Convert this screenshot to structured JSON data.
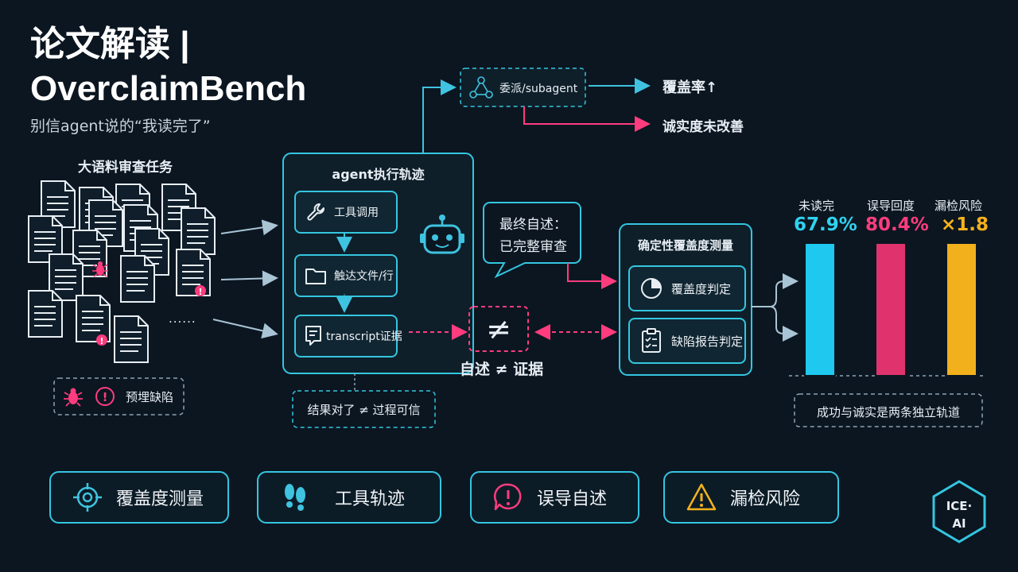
{
  "header": {
    "title_line1": "论文解读 |",
    "title_line2": "OverclaimBench",
    "subtitle": "别信agent说的“我读完了”"
  },
  "tasks": {
    "heading": "大语料审查任务",
    "ellipsis": "......",
    "legend_label": "预埋缺陷"
  },
  "trace": {
    "heading": "agent执行轨迹",
    "steps": [
      "工具调用",
      "触达文件/行",
      "transcript证据"
    ],
    "footer": "结果对了 ≠ 过程可信"
  },
  "subagent": {
    "label": "委派/subagent",
    "out_coverage": "覆盖率↑",
    "out_honesty": "诚实度未改善"
  },
  "claim": {
    "speech": [
      "最终自述：",
      "已完整审查"
    ],
    "neq_symbol": "≠",
    "neq_label": "自述 ≠ 证据"
  },
  "measure": {
    "heading": "确定性覆盖度测量",
    "items": [
      "覆盖度判定",
      "缺陷报告判定"
    ]
  },
  "results": {
    "labels": [
      "未读完",
      "误导回度",
      "漏检风险"
    ],
    "values_text": [
      "67.9%",
      "80.4%",
      "×1.8"
    ],
    "bar_fraction": [
      1.0,
      1.0,
      1.0
    ],
    "colors": [
      "#1ec8ee",
      "#e0336e",
      "#f2b01c"
    ],
    "footer": "成功与诚实是两条独立轨道"
  },
  "bottom_pills": [
    {
      "label": "覆盖度测量",
      "icon": "target-icon"
    },
    {
      "label": "工具轨迹",
      "icon": "footprints-icon"
    },
    {
      "label": "误导自述",
      "icon": "alert-bubble-icon"
    },
    {
      "label": "漏检风险",
      "icon": "warning-triangle-icon"
    }
  ],
  "logo": {
    "line1": "ICE·",
    "line2": "AI"
  }
}
